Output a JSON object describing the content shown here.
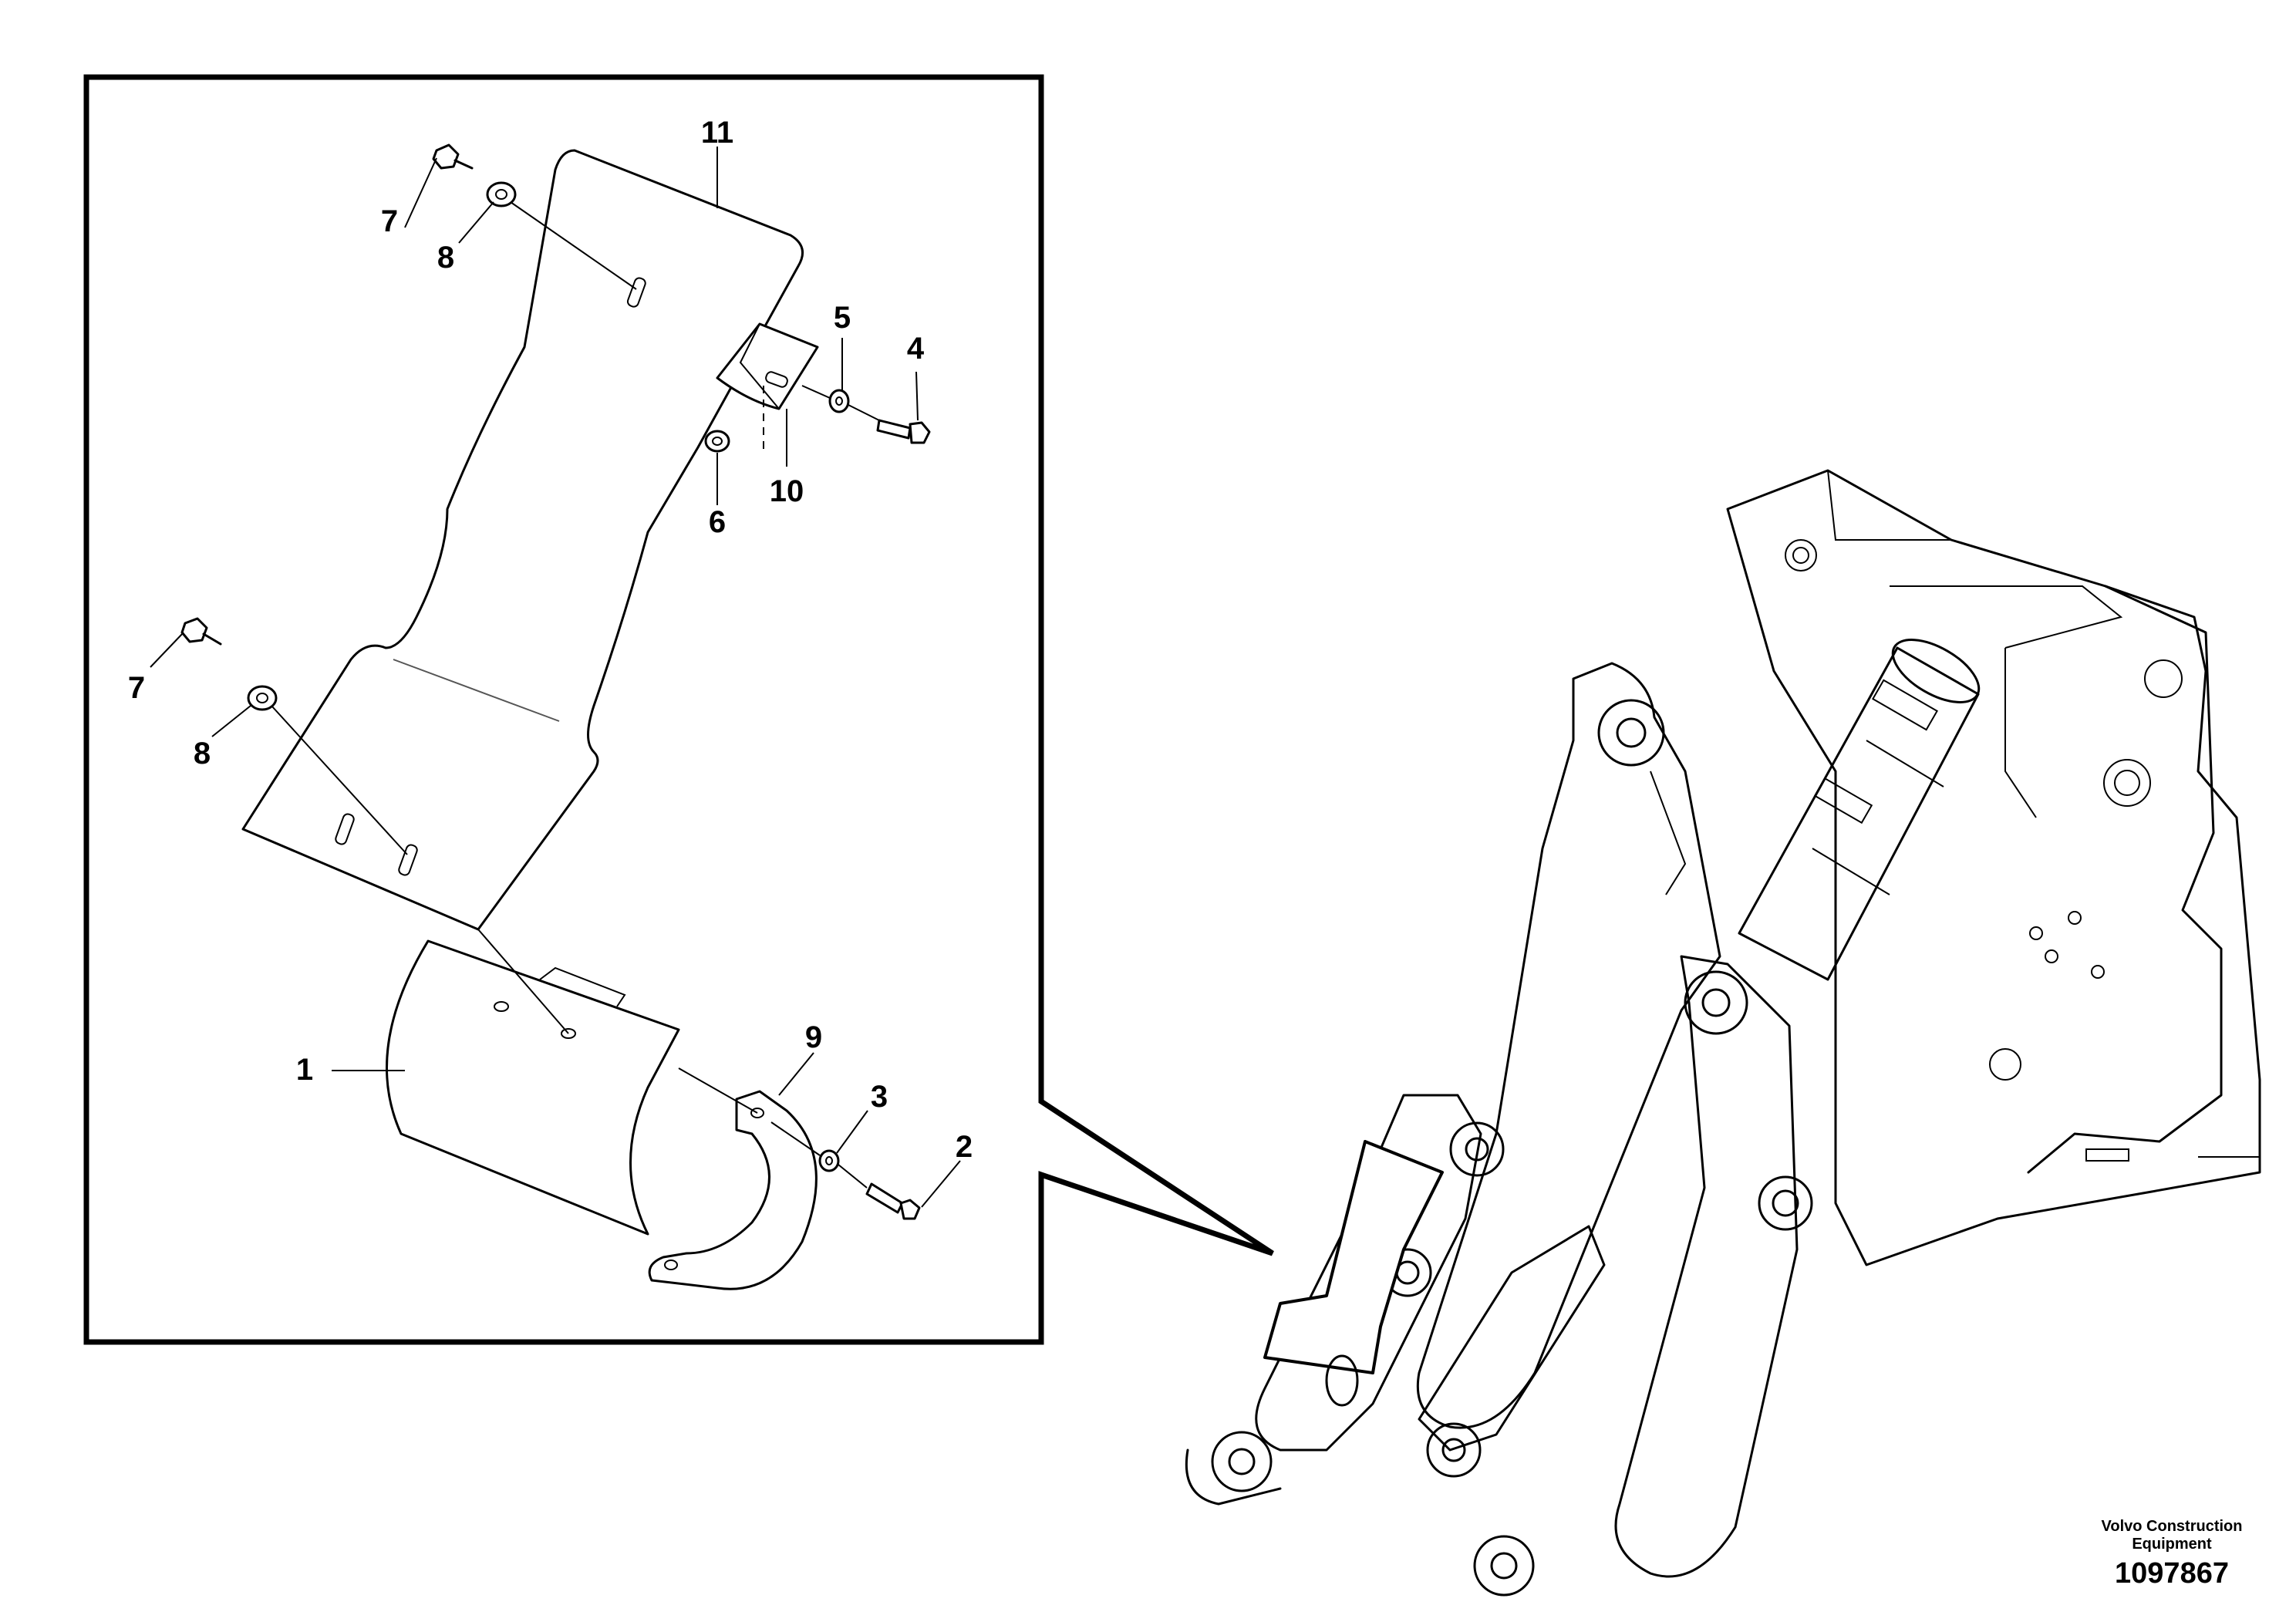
{
  "callouts": [
    {
      "label": "11"
    },
    {
      "label": "7"
    },
    {
      "label": "8"
    },
    {
      "label": "5"
    },
    {
      "label": "4"
    },
    {
      "label": "10"
    },
    {
      "label": "6"
    },
    {
      "label": "7"
    },
    {
      "label": "8"
    },
    {
      "label": "9"
    },
    {
      "label": "1"
    },
    {
      "label": "3"
    },
    {
      "label": "2"
    }
  ],
  "caption": {
    "brand_line1": "Volvo Construction",
    "brand_line2": "Equipment",
    "drawing_number": "1097867"
  }
}
